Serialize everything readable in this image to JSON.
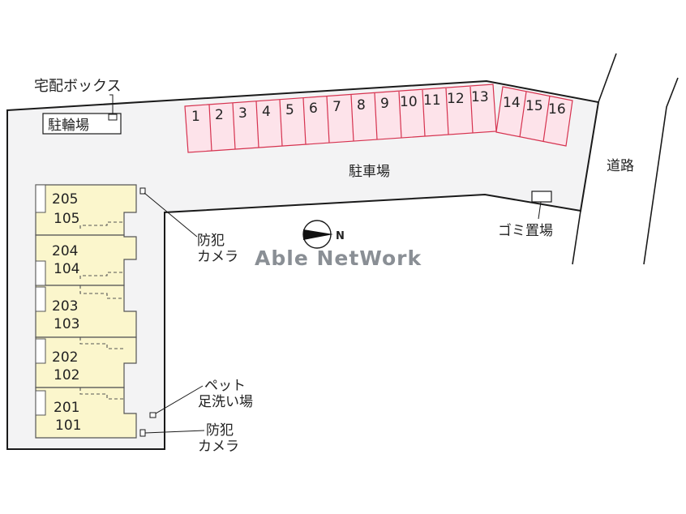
{
  "labels": {
    "delivery_box": "宅配ボックス",
    "bicycle_parking": "駐輪場",
    "parking_lot": "駐車場",
    "road": "道路",
    "garbage": "ゴミ置場",
    "camera_line1": "防犯",
    "camera_line2": "カメラ",
    "pet_line1": "ペット",
    "pet_line2": "足洗い場",
    "north": "N",
    "watermark": "Able NetWork"
  },
  "parking_spaces": [
    "1",
    "2",
    "3",
    "4",
    "5",
    "6",
    "7",
    "8",
    "9",
    "10",
    "11",
    "12",
    "13",
    "14",
    "15",
    "16"
  ],
  "units": [
    {
      "upper": "205",
      "lower": "105"
    },
    {
      "upper": "204",
      "lower": "104"
    },
    {
      "upper": "203",
      "lower": "103"
    },
    {
      "upper": "202",
      "lower": "102"
    },
    {
      "upper": "201",
      "lower": "101"
    }
  ],
  "colors": {
    "site_fill": "#f3f3f4",
    "parking_fill": "#fde3ea",
    "parking_stroke": "#d6324f",
    "unit_fill": "#fbf6cc",
    "line": "#1a1a1a"
  }
}
